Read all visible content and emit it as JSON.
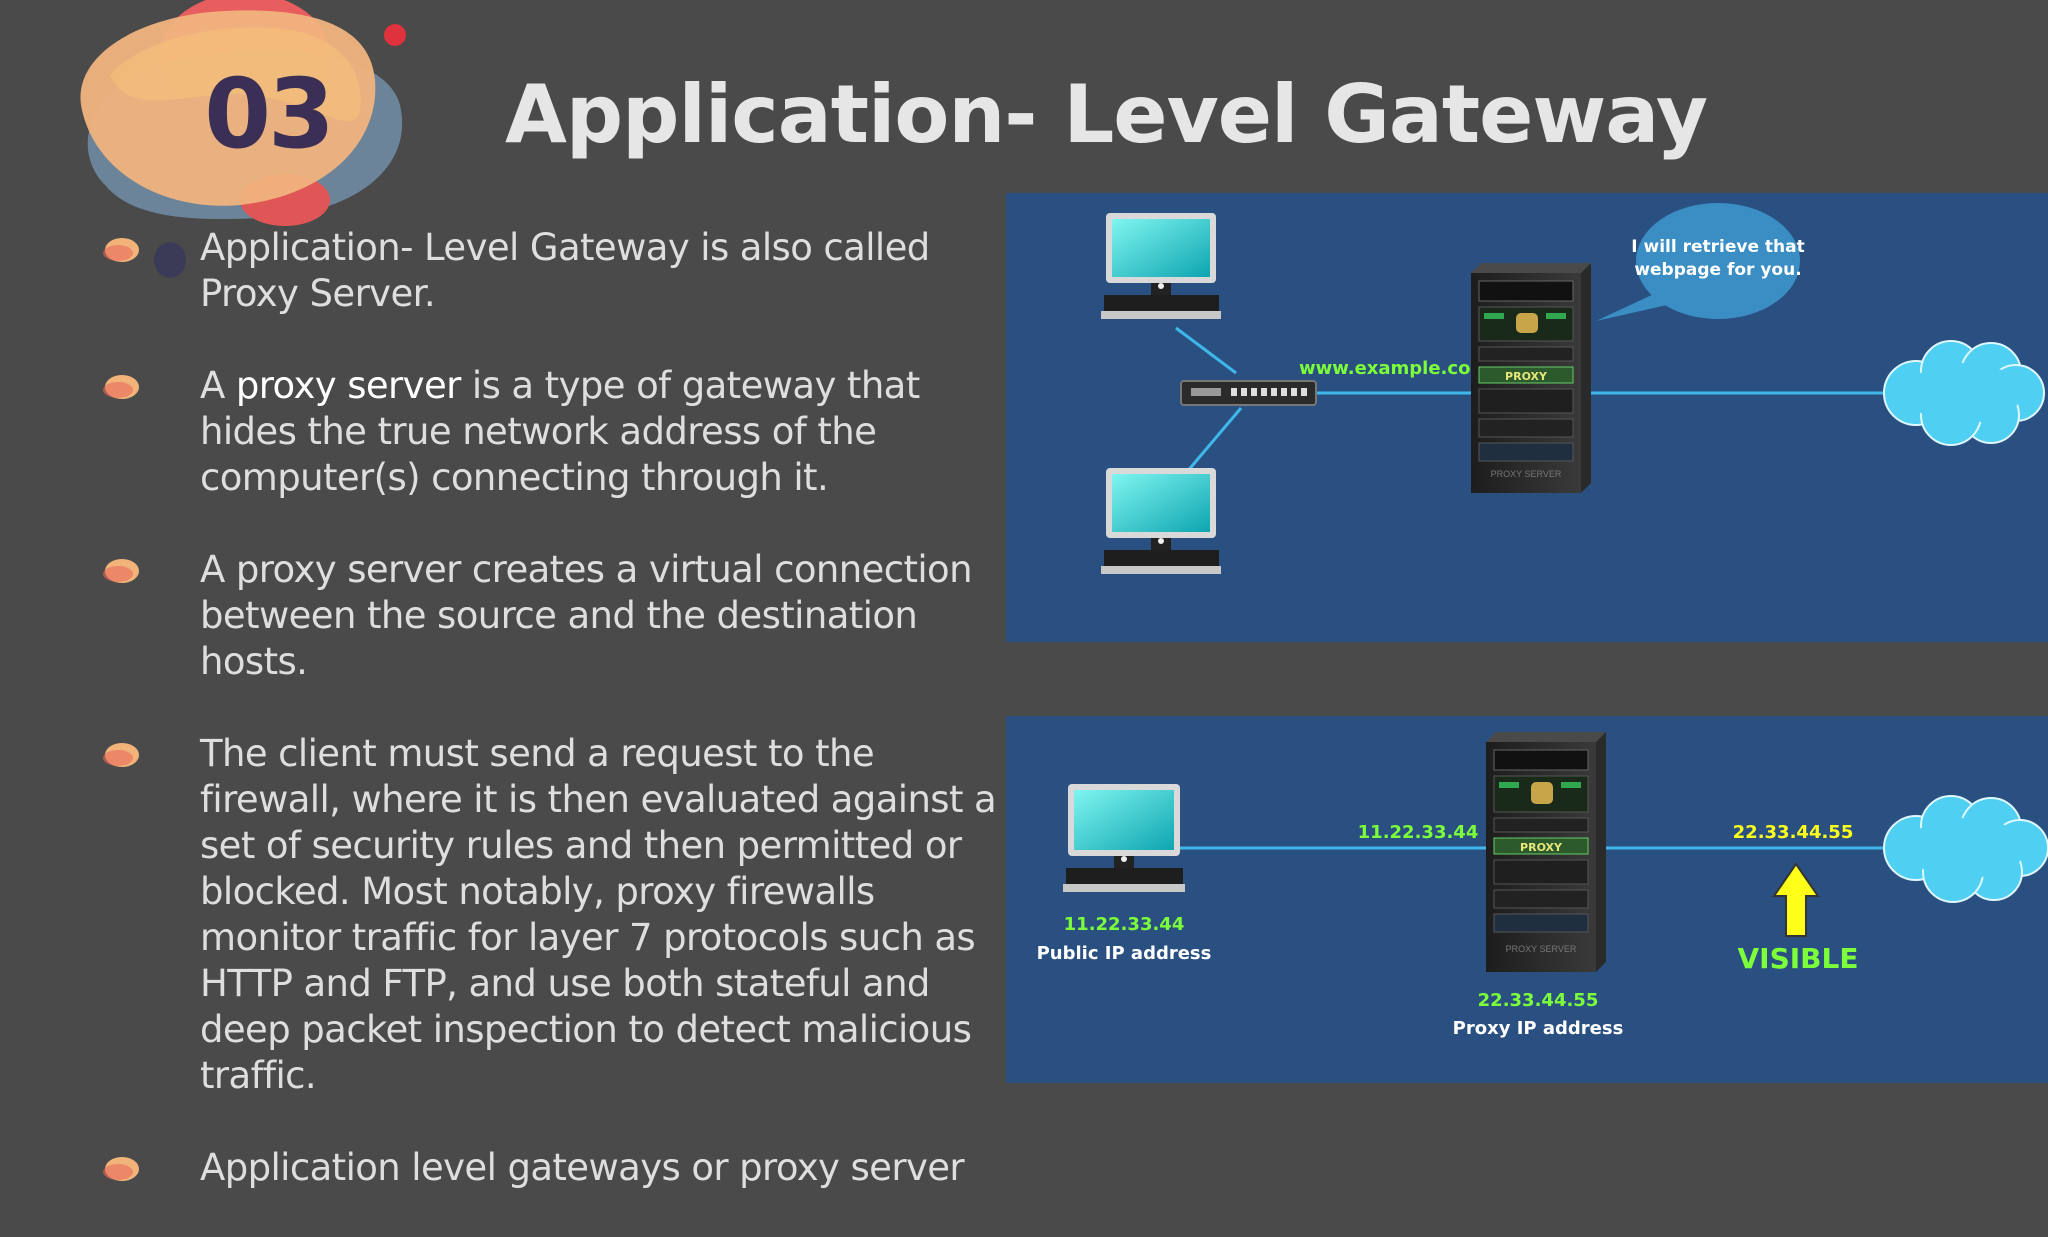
{
  "slide": {
    "number": "03",
    "title": "Application- Level Gateway"
  },
  "bullets": [
    {
      "text": "Application- Level Gateway is also called Proxy Server."
    },
    {
      "lead": "A ",
      "strong": "proxy server",
      "text": " is a type of gateway that hides the true network address of the computer(s) connecting through it."
    },
    {
      "text": "A proxy server creates a virtual connection between the source and the destination hosts."
    },
    {
      "text": "The client must send a request to the firewall, where it is then evaluated against a set of security rules and then permitted or blocked. Most notably, proxy firewalls monitor traffic for layer 7 protocols such as HTTP and FTP, and use both stateful and deep packet inspection to detect malicious traffic."
    },
    {
      "text": "Application level gateways or proxy server"
    }
  ],
  "diagram_top": {
    "url_label": "www.example.com",
    "speech": [
      "I will retrieve that",
      "webpage for you."
    ],
    "proxy_label": "PROXY",
    "server_label": "PROXY SERVER"
  },
  "diagram_bottom": {
    "client_ip": "11.22.33.44",
    "client_caption": "Public IP address",
    "link_ip_left": "11.22.33.44",
    "link_ip_right": "22.33.44.55",
    "proxy_ip": "22.33.44.55",
    "proxy_caption": "Proxy IP address",
    "proxy_label": "PROXY",
    "server_label": "PROXY SERVER",
    "visible_label": "VISIBLE"
  },
  "colors": {
    "background": "#4a4a4a",
    "diagram_bg": "#2a5082",
    "accent_green": "#7cff3a",
    "accent_yellow": "#ffff1a",
    "cloud": "#4fd0f2",
    "line": "#3fb7e8"
  }
}
